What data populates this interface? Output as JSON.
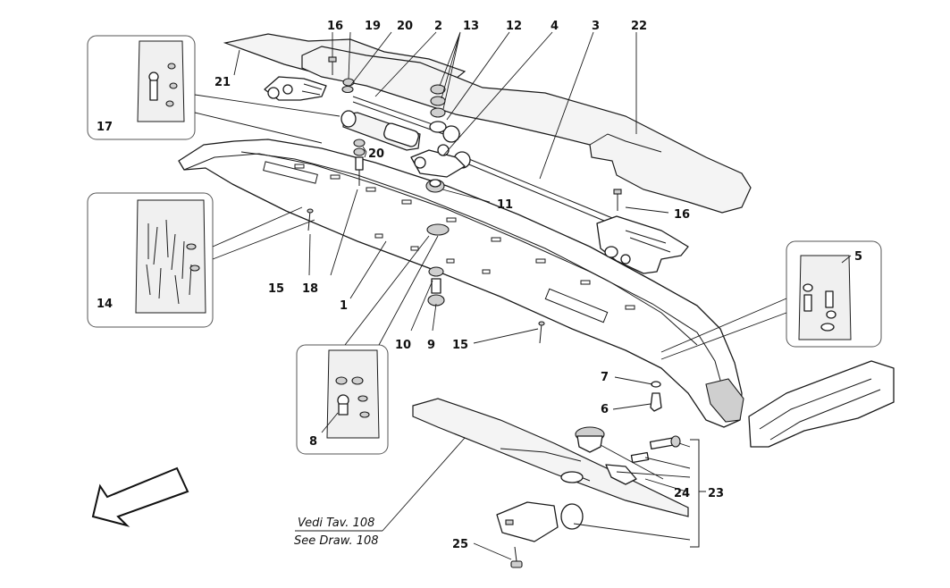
{
  "callouts": [
    {
      "id": "c16a",
      "text": "16"
    },
    {
      "id": "c19",
      "text": "19"
    },
    {
      "id": "c20a",
      "text": "20"
    },
    {
      "id": "c2",
      "text": "2"
    },
    {
      "id": "c13",
      "text": "13"
    },
    {
      "id": "c12",
      "text": "12"
    },
    {
      "id": "c4",
      "text": "4"
    },
    {
      "id": "c3",
      "text": "3"
    },
    {
      "id": "c22",
      "text": "22"
    },
    {
      "id": "c21",
      "text": "21"
    },
    {
      "id": "c17",
      "text": "17"
    },
    {
      "id": "c20b",
      "text": "20"
    },
    {
      "id": "c11",
      "text": "11"
    },
    {
      "id": "c16b",
      "text": "16"
    },
    {
      "id": "c14",
      "text": "14"
    },
    {
      "id": "c15a",
      "text": "15"
    },
    {
      "id": "c18",
      "text": "18"
    },
    {
      "id": "c1",
      "text": "1"
    },
    {
      "id": "c10",
      "text": "10"
    },
    {
      "id": "c9",
      "text": "9"
    },
    {
      "id": "c15b",
      "text": "15"
    },
    {
      "id": "c5",
      "text": "5"
    },
    {
      "id": "c7",
      "text": "7"
    },
    {
      "id": "c6",
      "text": "6"
    },
    {
      "id": "c8",
      "text": "8"
    },
    {
      "id": "c24",
      "text": "24"
    },
    {
      "id": "c23",
      "text": "23"
    },
    {
      "id": "c25",
      "text": "25"
    }
  ],
  "reference": {
    "line1": "Vedi Tav. 108",
    "line2": "See Draw. 108"
  },
  "icons": {
    "direction": "front-direction-arrow-icon"
  }
}
